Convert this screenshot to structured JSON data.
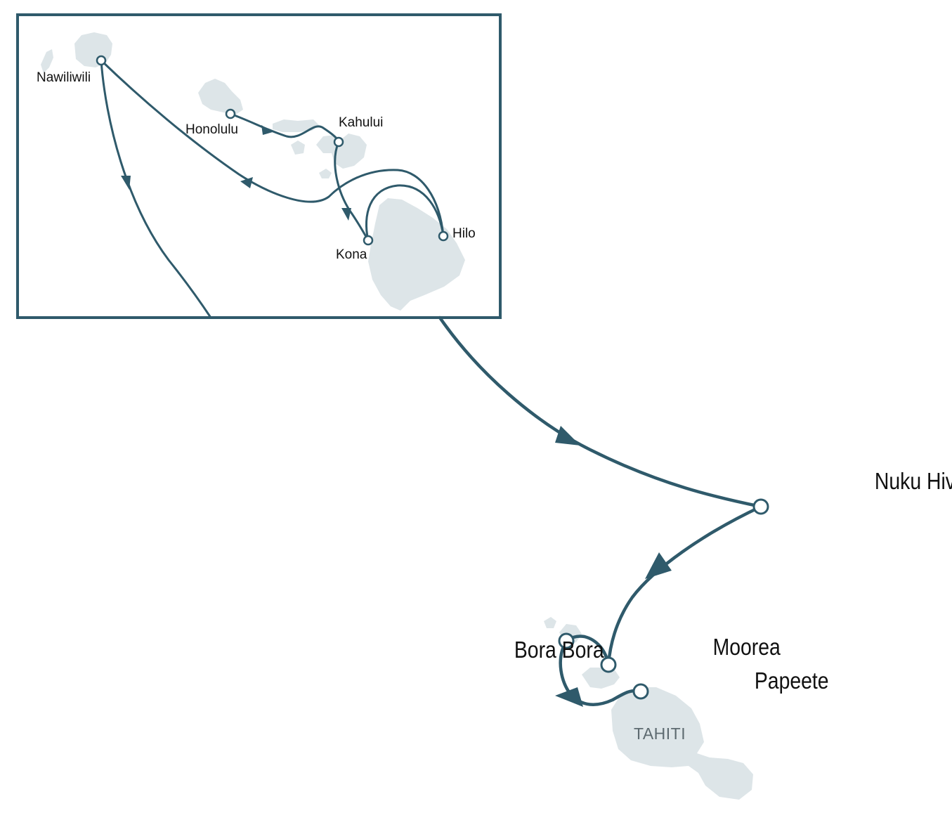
{
  "colors": {
    "route": "#2f5a6b",
    "land": "#dde5e8",
    "background": "#ffffff",
    "label": "#111111",
    "island_label": "#5d6a70"
  },
  "inset": {
    "ports": {
      "nawiliwili": "Nawiliwili",
      "honolulu": "Honolulu",
      "kahului": "Kahului",
      "kona": "Kona",
      "hilo": "Hilo"
    }
  },
  "ports": {
    "nuku_hiva": "Nuku Hiva",
    "moorea": "Moorea",
    "bora_bora": "Bora Bora",
    "papeete": "Papeete"
  },
  "islands": {
    "tahiti": "TAHITI"
  }
}
